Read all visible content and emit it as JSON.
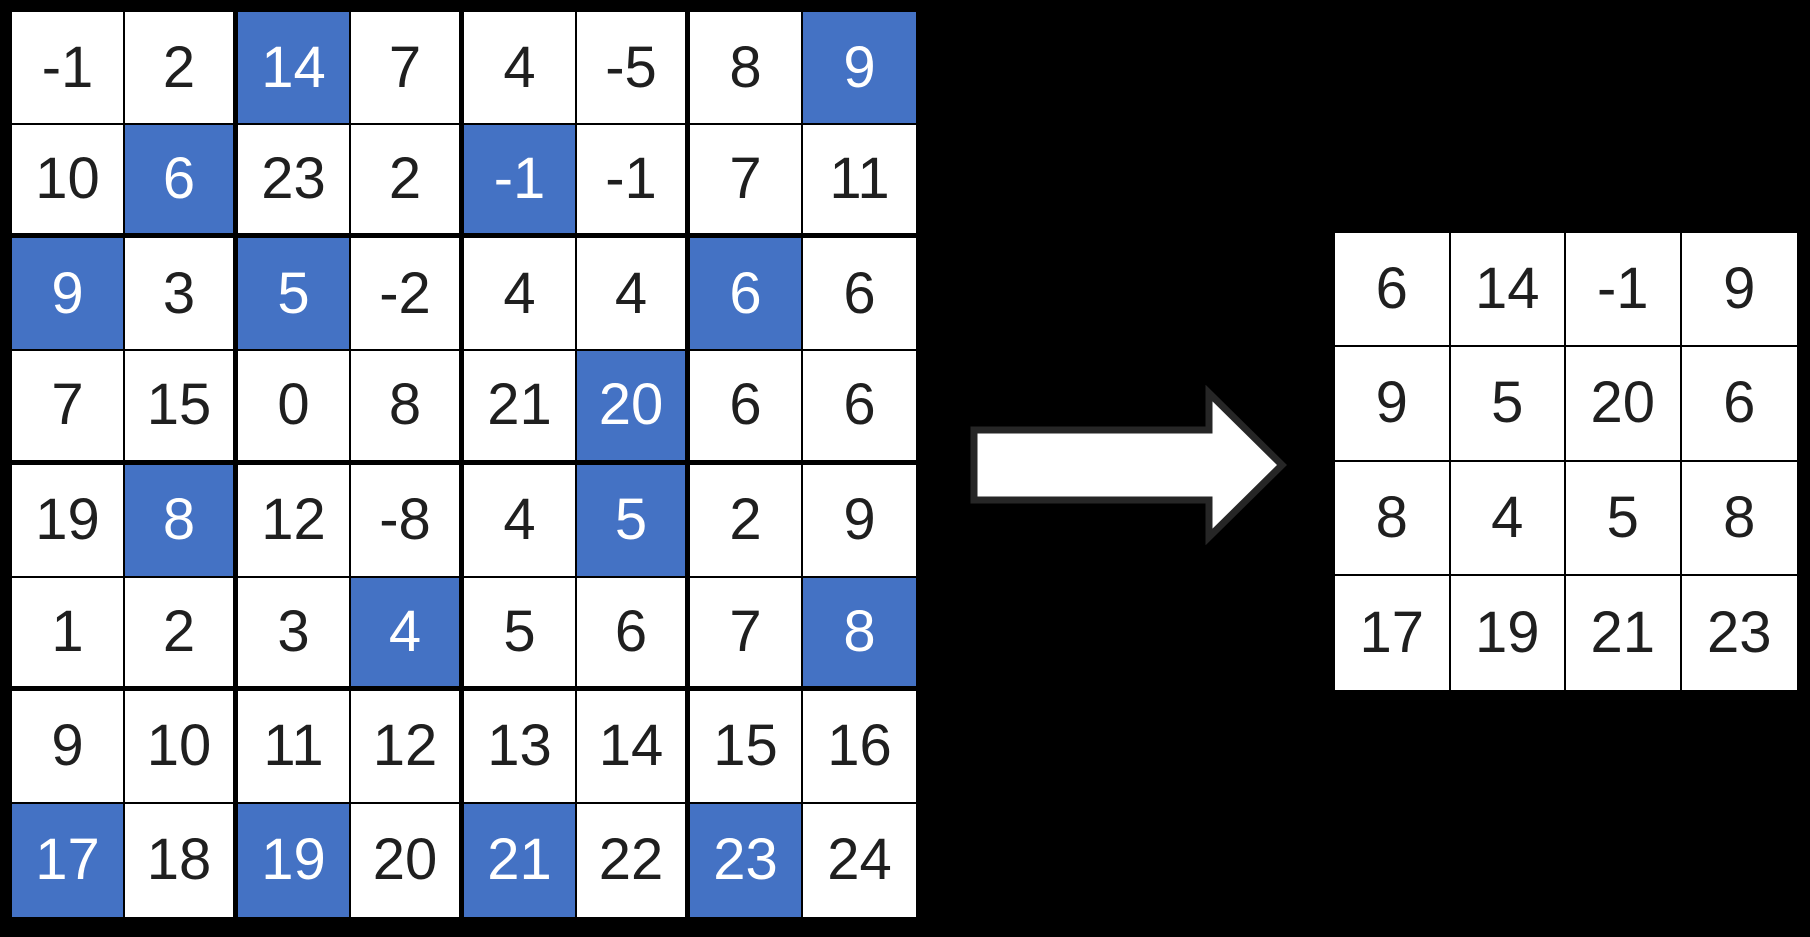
{
  "input_grid": {
    "rows": 8,
    "cols": 8,
    "block_size": 2,
    "values": [
      [
        -1,
        2,
        14,
        7,
        4,
        -5,
        8,
        9
      ],
      [
        10,
        6,
        23,
        2,
        -1,
        -1,
        7,
        11
      ],
      [
        9,
        3,
        5,
        -2,
        4,
        4,
        6,
        6
      ],
      [
        7,
        15,
        0,
        8,
        21,
        20,
        6,
        6
      ],
      [
        19,
        8,
        12,
        -8,
        4,
        5,
        2,
        9
      ],
      [
        1,
        2,
        3,
        4,
        5,
        6,
        7,
        8
      ],
      [
        9,
        10,
        11,
        12,
        13,
        14,
        15,
        16
      ],
      [
        17,
        18,
        19,
        20,
        21,
        22,
        23,
        24
      ]
    ],
    "highlighted": [
      [
        0,
        2
      ],
      [
        0,
        7
      ],
      [
        1,
        1
      ],
      [
        1,
        4
      ],
      [
        2,
        0
      ],
      [
        2,
        2
      ],
      [
        2,
        6
      ],
      [
        3,
        5
      ],
      [
        4,
        1
      ],
      [
        4,
        5
      ],
      [
        5,
        3
      ],
      [
        5,
        7
      ],
      [
        7,
        0
      ],
      [
        7,
        2
      ],
      [
        7,
        4
      ],
      [
        7,
        6
      ]
    ]
  },
  "output_grid": {
    "rows": 4,
    "cols": 4,
    "values": [
      [
        6,
        14,
        -1,
        9
      ],
      [
        9,
        5,
        20,
        6
      ],
      [
        8,
        4,
        5,
        8
      ],
      [
        17,
        19,
        21,
        23
      ]
    ],
    "highlighted": []
  },
  "arrow": {
    "icon": "right-arrow"
  },
  "colors": {
    "background": "#000000",
    "cell_bg": "#FFFFFF",
    "grid_line": "#000000",
    "highlight": "#4472C4",
    "text_dark": "#1F1F1F",
    "text_light": "#FFFFFF",
    "arrow_fill": "#FFFFFF",
    "arrow_outline": "#262626"
  }
}
